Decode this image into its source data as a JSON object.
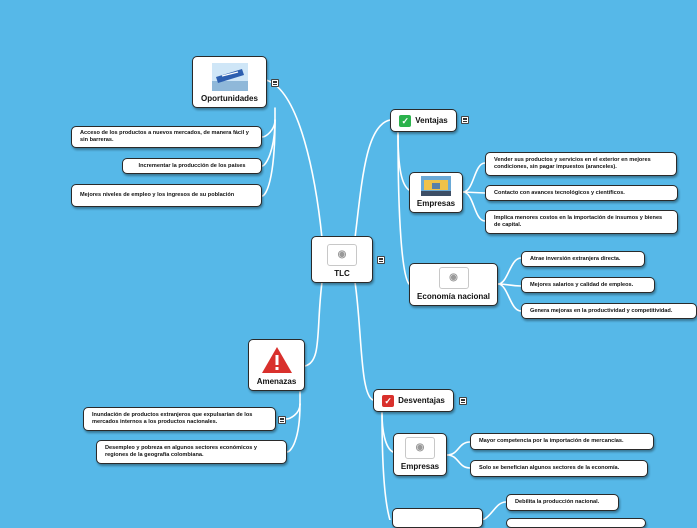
{
  "center": {
    "label": "TLC",
    "icon": "camera-placeholder-icon"
  },
  "oportunidades": {
    "label": "Oportunidades",
    "icon": "road-sign-icon",
    "items": [
      "Acceso de los productos a nuevos mercados, de manera fácil y sin barreras.",
      "Incrementar la producción de los países",
      "Mejores niveles de empleo y los ingresos de su población"
    ]
  },
  "amenazas": {
    "label": "Amenazas",
    "icon": "warning-icon",
    "items": [
      "Inundación de productos extranjeros que expulsarían de los mercados internos a los productos nacionales.",
      "Desempleo y pobreza en algunos sectores económicos y regiones de la geografía colombiana."
    ]
  },
  "ventajas": {
    "label": "Ventajas",
    "icon": "check-green-icon",
    "empresas": {
      "label": "Empresas",
      "icon": "store-icon",
      "items": [
        "Vender sus productos y servicios en el exterior en mejores condiciones, sin pagar impuestos (aranceles).",
        "Contacto con avances tecnológicos y científicos.",
        "Implica menores costos en la importación de insumos y bienes de capital."
      ]
    },
    "economia": {
      "label": "Economía nacional",
      "icon": "camera-placeholder-icon",
      "items": [
        "Atrae inversión extranjera directa.",
        "Mejores salarios y calidad de empleos.",
        "Genera mejoras en la productividad y competitividad."
      ]
    }
  },
  "desventajas": {
    "label": "Desventajas",
    "icon": "check-red-icon",
    "empresas": {
      "label": "Empresas",
      "icon": "camera-placeholder-icon",
      "items": [
        "Mayor competencia por la importación de mercancías.",
        "Solo se benefician algunos sectores de la economía."
      ]
    },
    "economia": {
      "items": [
        "Debilita la producción nacional."
      ]
    }
  },
  "colors": {
    "background": "#56b8e8",
    "connector": "#ffffff",
    "check_green": "#2bb24c",
    "check_red": "#d9302c",
    "warning_red": "#d9302c"
  }
}
